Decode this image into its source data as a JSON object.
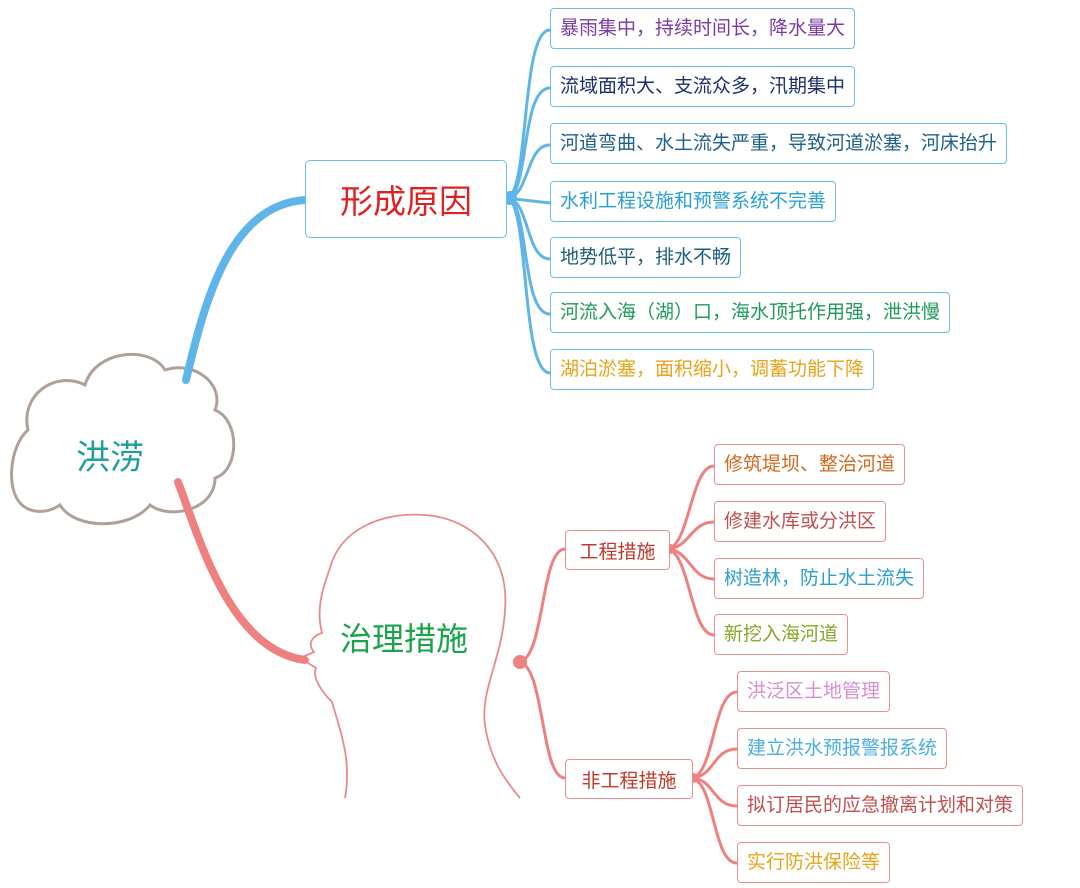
{
  "central": {
    "label": "洪涝"
  },
  "branch_causes": {
    "label": "形成原因",
    "items": [
      {
        "text": "暴雨集中，持续时间长，降水量大",
        "color": "#7a3aa8"
      },
      {
        "text": "流域面积大、支流众多，汛期集中",
        "color": "#1c2f6b"
      },
      {
        "text": "河道弯曲、水土流失严重，导致河道淤塞，河床抬升",
        "color": "#1f5f8b"
      },
      {
        "text": "水利工程设施和预警系统不完善",
        "color": "#2a9fd6"
      },
      {
        "text": "地势低平，排水不畅",
        "color": "#1b5e7a"
      },
      {
        "text": "河流入海（湖）口，海水顶托作用强，泄洪慢",
        "color": "#1f9a5a"
      },
      {
        "text": "湖泊淤塞，面积缩小，调蓄功能下降",
        "color": "#e8a317"
      }
    ]
  },
  "branch_measures": {
    "label": "治理措施",
    "groups": [
      {
        "label": "工程措施",
        "items": [
          {
            "text": "修筑堤坝、整治河道",
            "color": "#d2691e"
          },
          {
            "text": "修建水库或分洪区",
            "color": "#c0504d"
          },
          {
            "text": "树造林，防止水土流失",
            "color": "#2e9ecf"
          },
          {
            "text": "新挖入海河道",
            "color": "#8aa62a"
          }
        ]
      },
      {
        "label": "非工程措施",
        "items": [
          {
            "text": "洪泛区土地管理",
            "color": "#d58fd0"
          },
          {
            "text": "建立洪水预报警报系统",
            "color": "#4aaee0"
          },
          {
            "text": "拟订居民的应急撤离计划和对策",
            "color": "#c0504d"
          },
          {
            "text": "实行防洪保险等",
            "color": "#e8a317"
          }
        ]
      }
    ]
  },
  "colors": {
    "blue_branch": "#5fb4e8",
    "red_branch": "#ef8080",
    "outline": "#b0a09a"
  }
}
